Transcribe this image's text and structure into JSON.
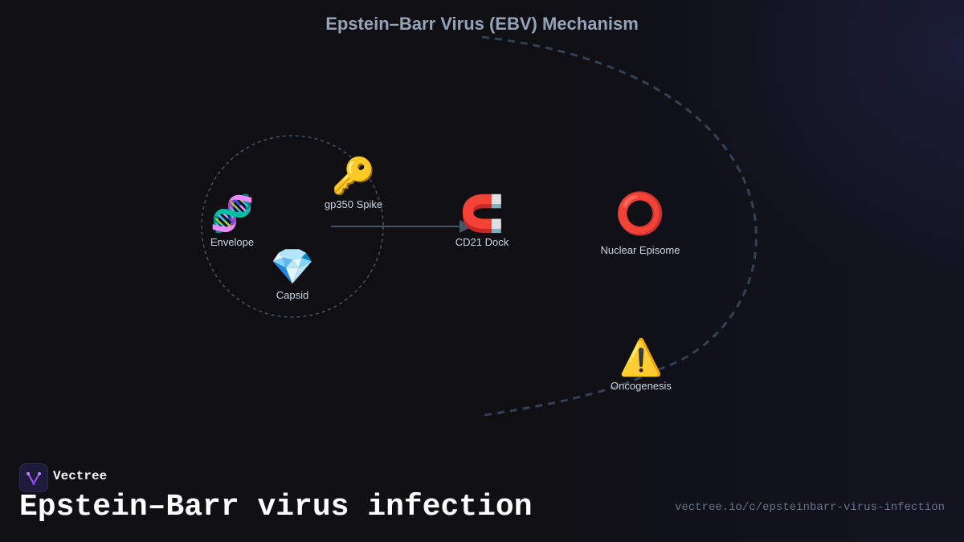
{
  "diagram": {
    "title": "Epstein–Barr Virus (EBV) Mechanism",
    "nodes": [
      {
        "id": "envelope",
        "label": "Envelope",
        "icon": "dna-icon",
        "glyph": "🧬"
      },
      {
        "id": "gp350",
        "label": "gp350 Spike",
        "icon": "key-icon",
        "glyph": "🔑"
      },
      {
        "id": "capsid",
        "label": "Capsid",
        "icon": "gem-icon",
        "glyph": "💎"
      },
      {
        "id": "cd21",
        "label": "CD21 Dock",
        "icon": "magnet-icon",
        "glyph": "🧲"
      },
      {
        "id": "episome",
        "label": "Nuclear Episome",
        "icon": "ring-icon",
        "glyph": "⭕"
      },
      {
        "id": "oncogenesis",
        "label": "Oncogenesis",
        "icon": "warning-icon",
        "glyph": "⚠️"
      }
    ],
    "edges": [
      {
        "from": "gp350",
        "to": "cd21"
      }
    ]
  },
  "brand": {
    "name": "Vectree",
    "icon": "vectree-logo-icon",
    "accent": "#a855f7"
  },
  "footer": {
    "title": "Epstein–Barr virus infection",
    "url": "vectree.io/c/epsteinbarr-virus-infection"
  }
}
